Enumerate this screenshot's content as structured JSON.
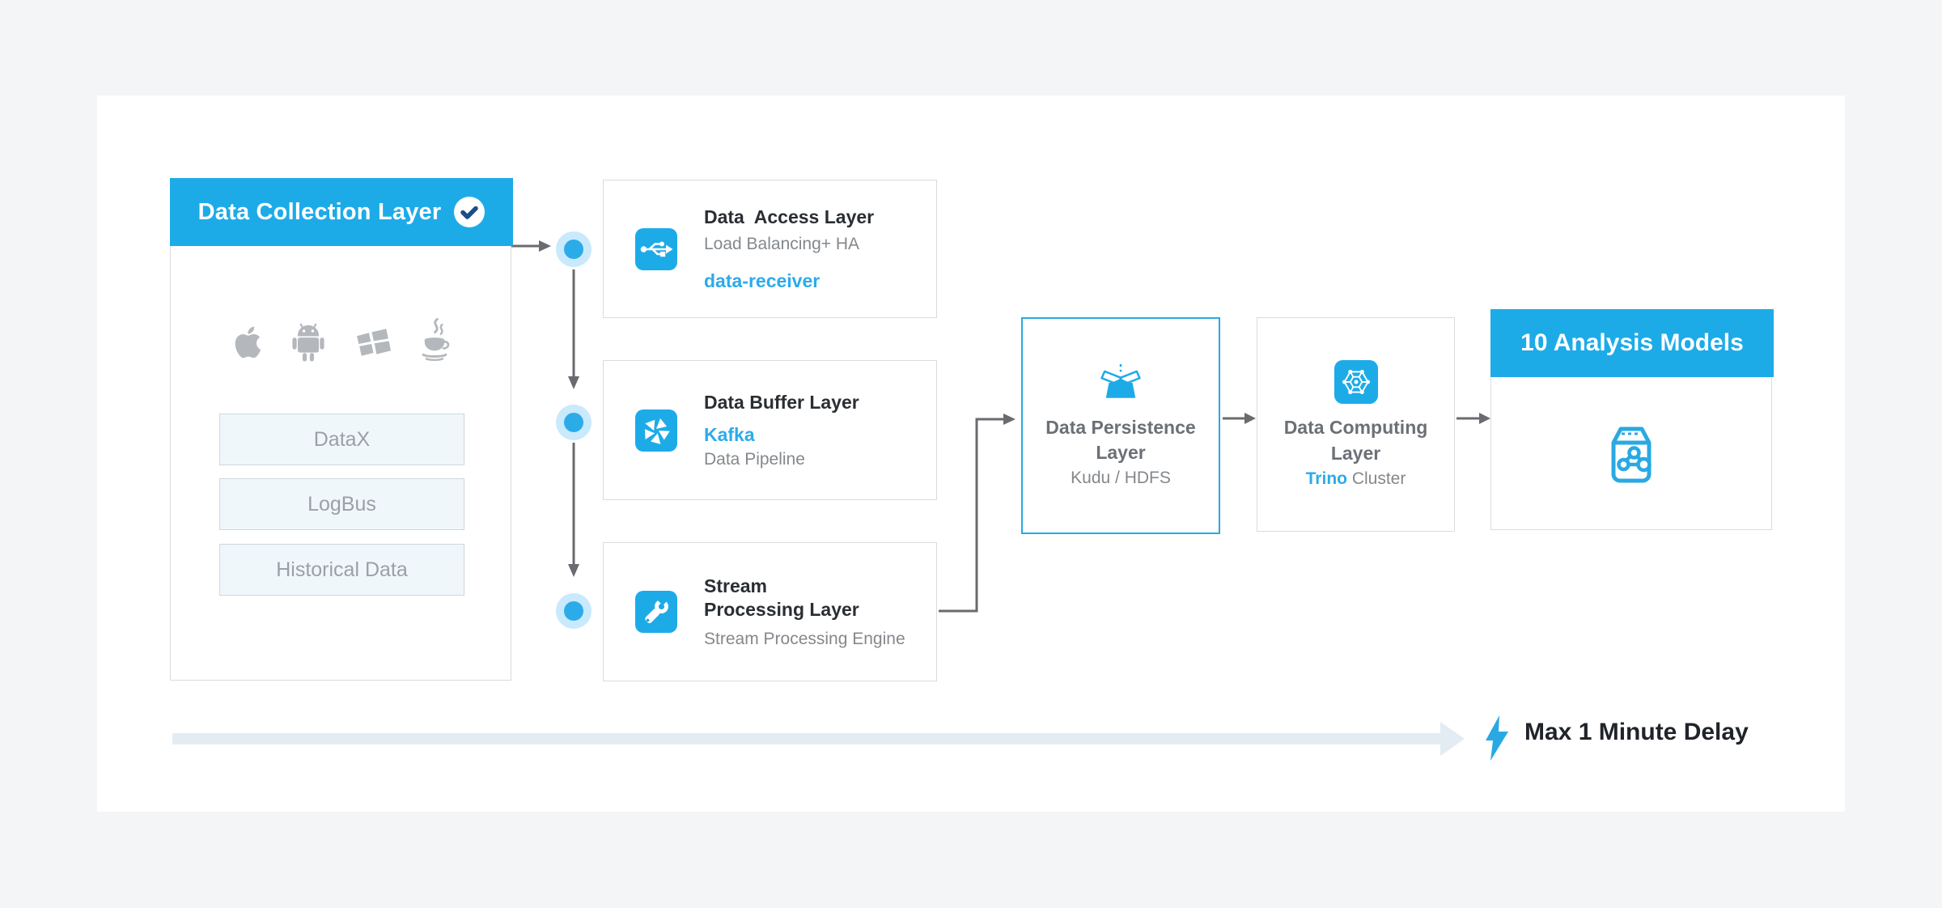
{
  "colors": {
    "accent_blue": "#1dabe8",
    "highlight_blue": "#2cabe9",
    "check_navy": "#1c4d86",
    "connector_gray": "#6a6b6e",
    "timeline_arrow": "#e3ecf2",
    "box_border": "#d9dbdd",
    "title_dark": "#2a2e33",
    "subtitle_gray": "#84888c",
    "big_title_gray": "#6b7076",
    "chip_bg": "#f0f7fb",
    "chip_text": "#9aa0a5",
    "dot_outer": "#c9e9fc",
    "platform_icon_gray": "#b4b8bc"
  },
  "collection": {
    "title": "Data Collection Layer",
    "check_icon": "check-icon",
    "platform_icons": [
      "apple-icon",
      "android-icon",
      "windows-icon",
      "java-icon"
    ],
    "tools": [
      "DataX",
      "LogBus",
      "Historical Data"
    ]
  },
  "access": {
    "icon": "usb-icon",
    "title": "Data  Access Layer",
    "subtitle": "Load Balancing+ HA",
    "service": "data-receiver"
  },
  "buffer": {
    "icon": "burst-icon",
    "title": "Data Buffer Layer",
    "service": "Kafka",
    "subtitle": "Data Pipeline"
  },
  "stream": {
    "icon": "wrench-icon",
    "title": "Stream Processing Layer",
    "subtitle": "Stream Processing Engine"
  },
  "persistence": {
    "icon": "open-box-icon",
    "title": "Data Persistence Layer",
    "subtitle": "Kudu / HDFS"
  },
  "computing": {
    "icon": "hexagon-cluster-icon",
    "title": "Data Computing Layer",
    "service": "Trino",
    "subtitle_rest": " Cluster"
  },
  "analysis": {
    "title": "10 Analysis Models",
    "icon": "model-box-icon"
  },
  "footer": {
    "icon": "lightning-icon",
    "label": "Max 1 Minute Delay"
  }
}
